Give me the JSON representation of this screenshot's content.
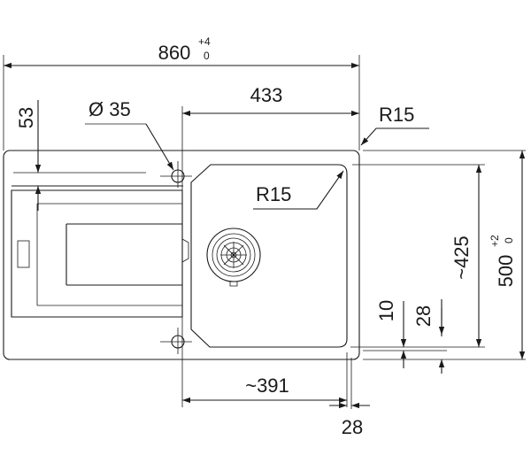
{
  "labels": {
    "width_total": "860",
    "width_tol_upper": "+4",
    "width_tol_lower": "0",
    "height_total": "500",
    "height_tol_upper": "+2",
    "height_tol_lower": "0",
    "dim_53": "53",
    "hole_diameter": "Ø 35",
    "dim_433": "433",
    "outer_radius": "R15",
    "inner_radius": "R15",
    "bowl_height": "~425",
    "bowl_width": "~391",
    "dim_10": "10",
    "dim_28_right": "28",
    "dim_28_bottom": "28"
  },
  "colors": {
    "line": "#1a1a1a",
    "background": "#ffffff"
  }
}
